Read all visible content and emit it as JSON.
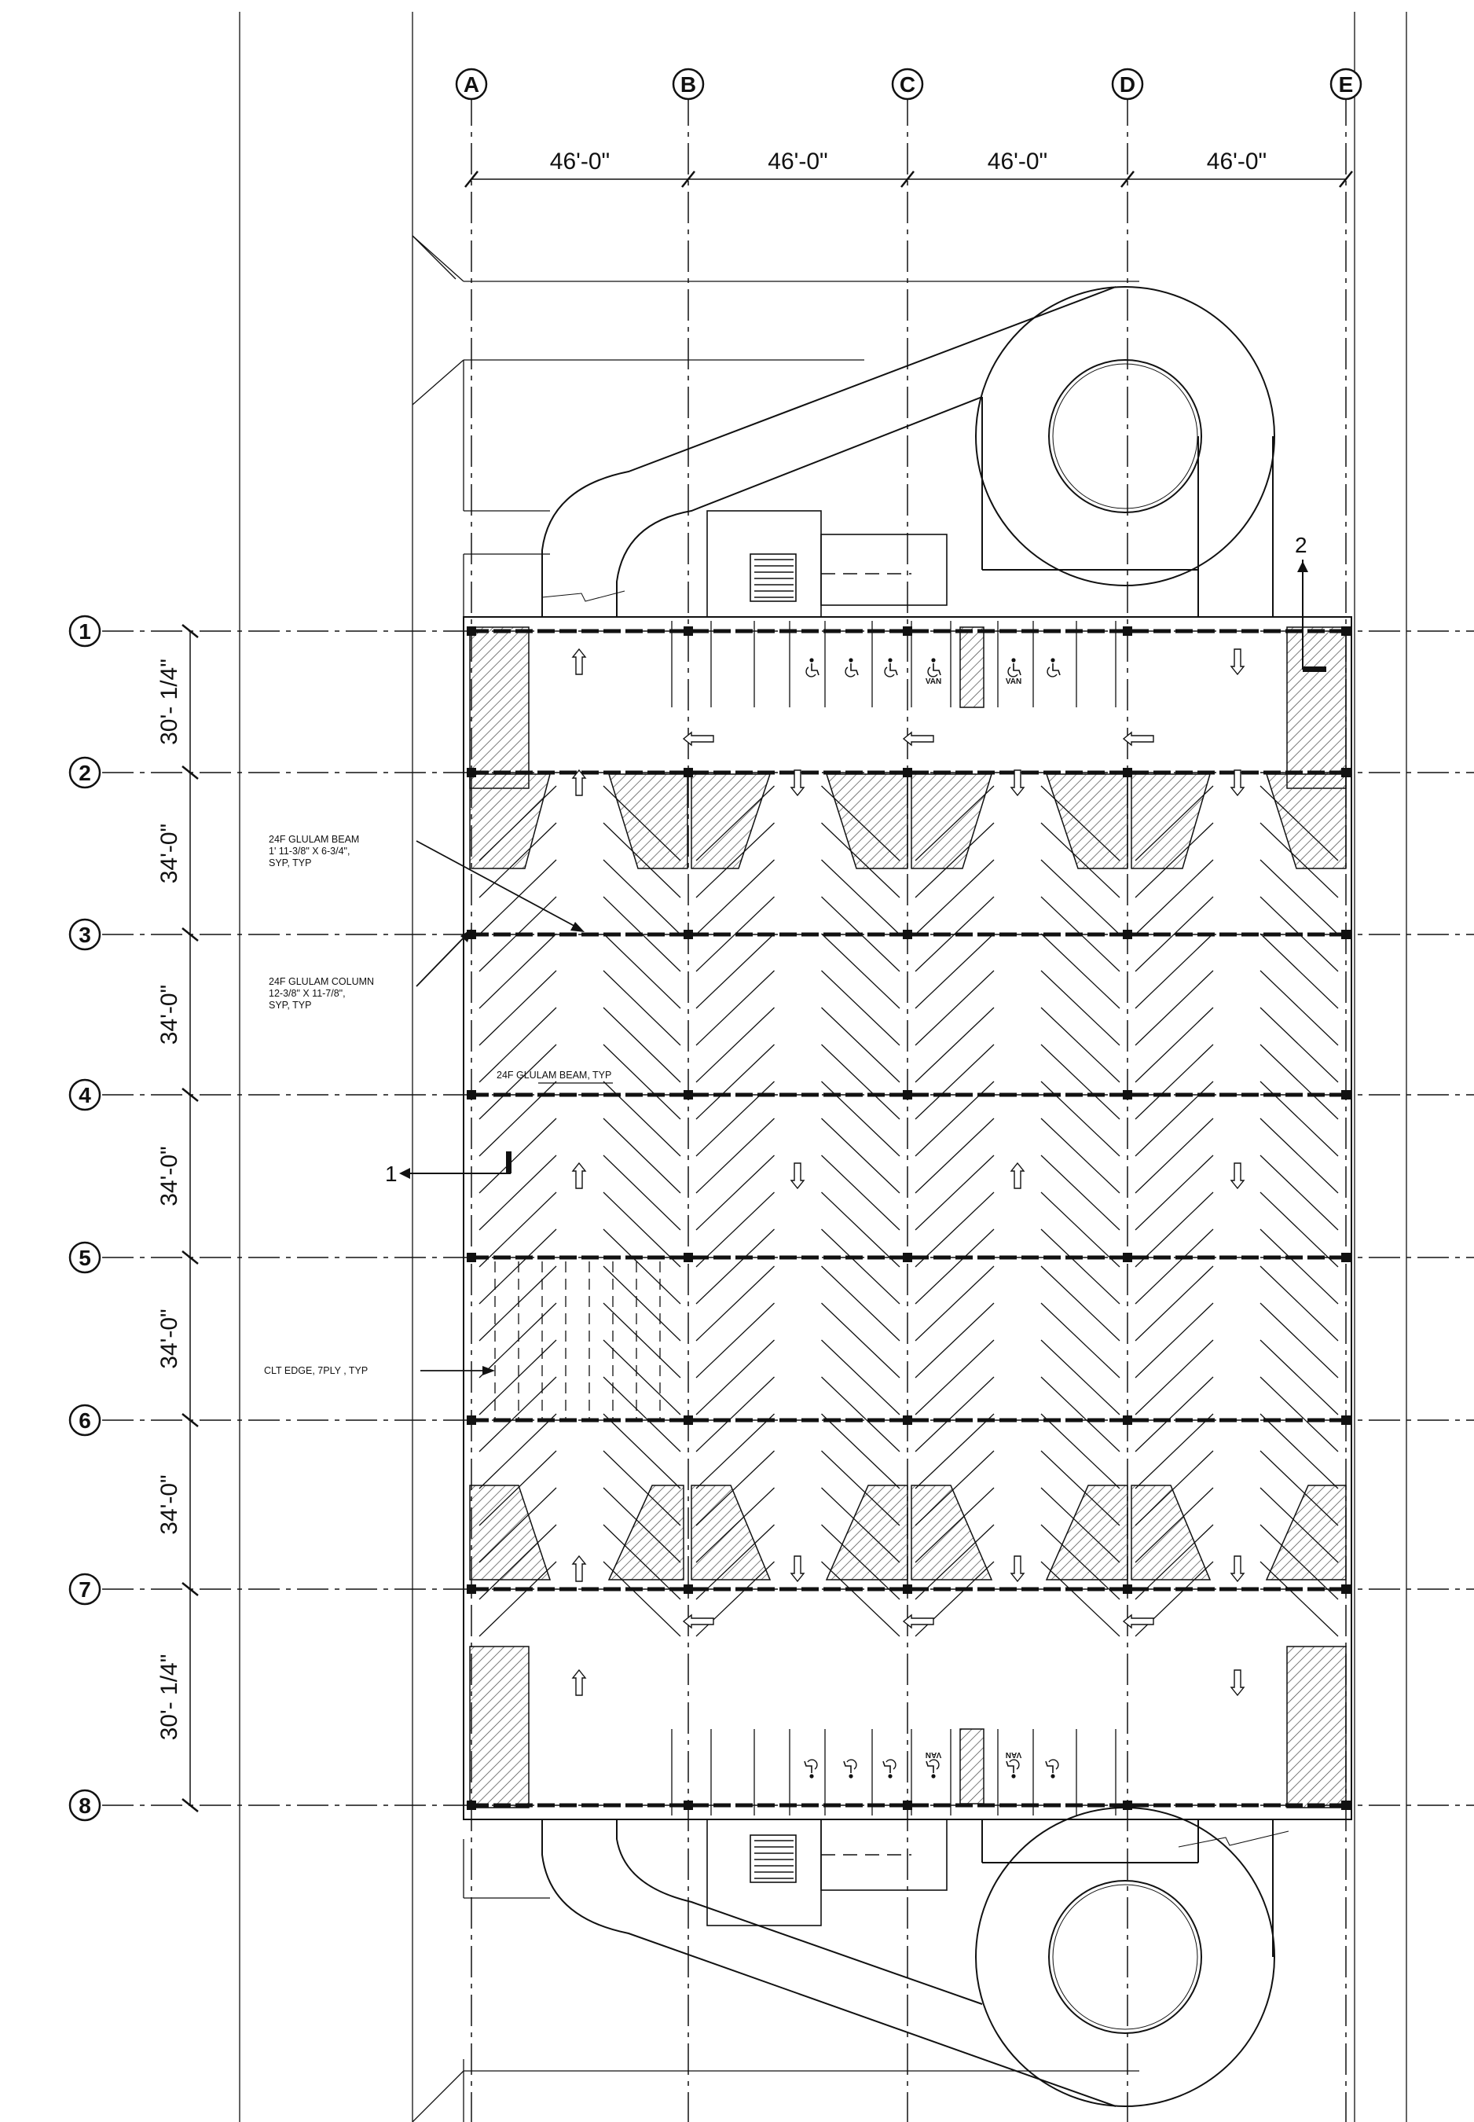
{
  "grid": {
    "columns": [
      "A",
      "B",
      "C",
      "D",
      "E"
    ],
    "rows": [
      "1",
      "2",
      "3",
      "4",
      "5",
      "6",
      "7",
      "8"
    ]
  },
  "dimensions": {
    "column_spacing": [
      "46'-0\"",
      "46'-0\"",
      "46'-0\"",
      "46'-0\""
    ],
    "row_spacing": [
      "30'- 1/4\"",
      "34'-0\"",
      "34'-0\"",
      "34'-0\"",
      "34'-0\"",
      "34'-0\"",
      "30'- 1/4\""
    ]
  },
  "notes": {
    "glulam_beam": [
      "24F GLULAM BEAM",
      "1' 11-3/8\" X 6-3/4\",",
      "SYP, TYP"
    ],
    "glulam_column": [
      "24F GLULAM COLUMN",
      "12-3/8\" X 11-7/8\",",
      "SYP, TYP"
    ],
    "glulam_beam_typ": "24F GLULAM BEAM, TYP",
    "clt_edge": "CLT EDGE, 7PLY , TYP"
  },
  "section_marks": {
    "section_1": "1",
    "section_2": "2"
  },
  "accessible_labels": {
    "van": "VAN"
  },
  "colors": {
    "line": "#111111",
    "hatch": "#444444",
    "background": "#ffffff"
  },
  "icons": [
    "wheelchair-icon",
    "arrow-up-icon",
    "arrow-down-icon",
    "arrow-left-icon",
    "stair-icon"
  ]
}
